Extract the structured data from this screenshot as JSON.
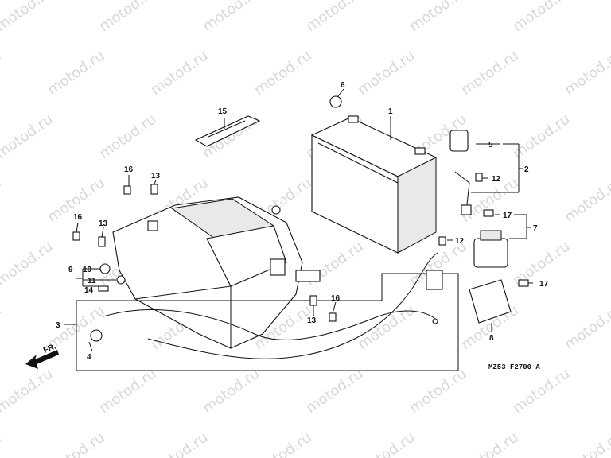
{
  "watermark": "motod.ru",
  "diagram_code": "MZ53-F2700 A",
  "direction_label": "FR.",
  "callouts": {
    "c1": "1",
    "c2": "2",
    "c3": "3",
    "c4": "4",
    "c5": "5",
    "c6": "6",
    "c7": "7",
    "c8": "8",
    "c9": "9",
    "c10": "10",
    "c11": "11",
    "c12a": "12",
    "c12b": "12",
    "c13a": "13",
    "c13b": "13",
    "c13c": "13",
    "c14": "14",
    "c15": "15",
    "c16a": "16",
    "c16b": "16",
    "c16c": "16",
    "c17a": "17",
    "c17b": "17"
  }
}
